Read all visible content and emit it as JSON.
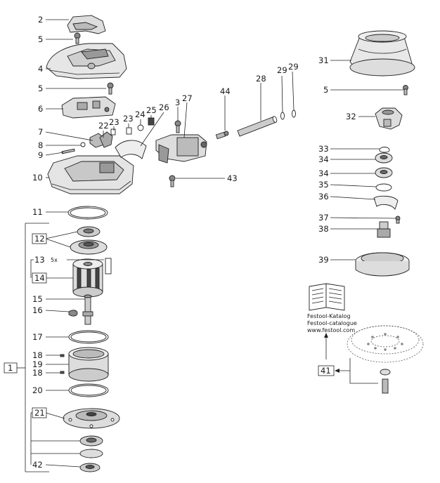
{
  "catalog_caption": [
    "Festool-Katalog",
    "Festool-catalogue",
    "www.festool.com"
  ],
  "small_note": "5x",
  "callouts": [
    {
      "id": "c2",
      "text": "2"
    },
    {
      "id": "c5a",
      "text": "5"
    },
    {
      "id": "c4",
      "text": "4"
    },
    {
      "id": "c5b",
      "text": "5"
    },
    {
      "id": "c6",
      "text": "6"
    },
    {
      "id": "c7",
      "text": "7"
    },
    {
      "id": "c8",
      "text": "8"
    },
    {
      "id": "c9",
      "text": "9"
    },
    {
      "id": "c10",
      "text": "10"
    },
    {
      "id": "c11",
      "text": "11"
    },
    {
      "id": "c12",
      "text": "12",
      "boxed": true
    },
    {
      "id": "c13",
      "text": "13"
    },
    {
      "id": "c14",
      "text": "14",
      "boxed": true
    },
    {
      "id": "c15",
      "text": "15"
    },
    {
      "id": "c16",
      "text": "16"
    },
    {
      "id": "c17",
      "text": "17"
    },
    {
      "id": "c18a",
      "text": "18"
    },
    {
      "id": "c19",
      "text": "19"
    },
    {
      "id": "c18b",
      "text": "18"
    },
    {
      "id": "c20",
      "text": "20"
    },
    {
      "id": "c21",
      "text": "21",
      "boxed": true
    },
    {
      "id": "c42",
      "text": "42"
    },
    {
      "id": "c1",
      "text": "1",
      "boxed": true
    },
    {
      "id": "c22",
      "text": "22"
    },
    {
      "id": "c23a",
      "text": "23"
    },
    {
      "id": "c23b",
      "text": "23"
    },
    {
      "id": "c24",
      "text": "24"
    },
    {
      "id": "c25",
      "text": "25"
    },
    {
      "id": "c26",
      "text": "26"
    },
    {
      "id": "c3",
      "text": "3"
    },
    {
      "id": "c27",
      "text": "27"
    },
    {
      "id": "c44",
      "text": "44"
    },
    {
      "id": "c28",
      "text": "28"
    },
    {
      "id": "c29a",
      "text": "29"
    },
    {
      "id": "c29b",
      "text": "29"
    },
    {
      "id": "c43",
      "text": "43"
    },
    {
      "id": "c31",
      "text": "31"
    },
    {
      "id": "c5c",
      "text": "5"
    },
    {
      "id": "c32",
      "text": "32"
    },
    {
      "id": "c33",
      "text": "33"
    },
    {
      "id": "c34a",
      "text": "34"
    },
    {
      "id": "c34b",
      "text": "34"
    },
    {
      "id": "c35",
      "text": "35"
    },
    {
      "id": "c36",
      "text": "36"
    },
    {
      "id": "c37",
      "text": "37"
    },
    {
      "id": "c38",
      "text": "38"
    },
    {
      "id": "c39",
      "text": "39"
    },
    {
      "id": "c41",
      "text": "41",
      "boxed": true
    }
  ]
}
